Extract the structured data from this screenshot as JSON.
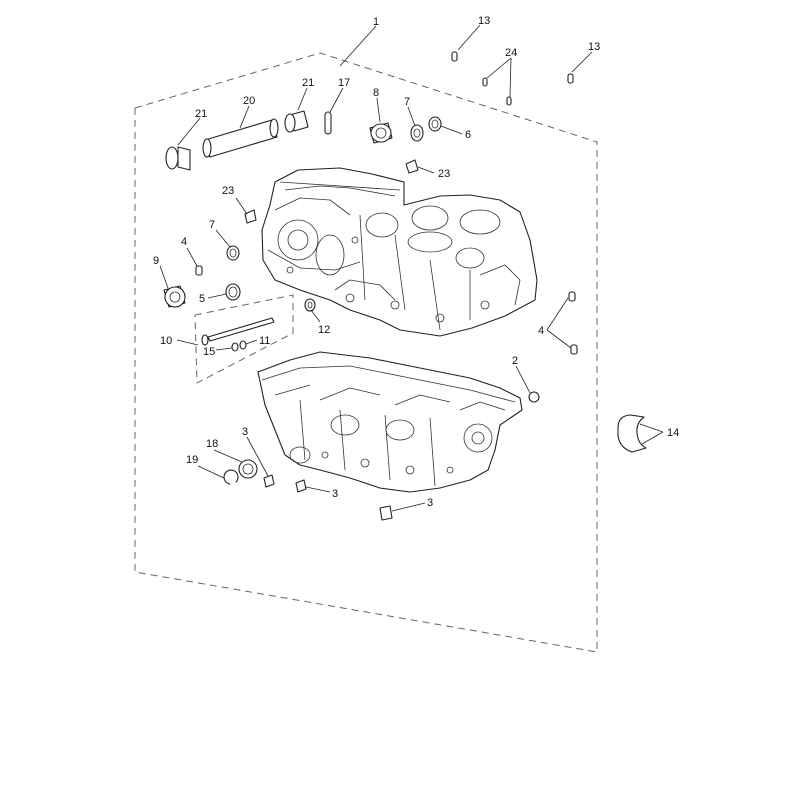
{
  "callouts": [
    {
      "id": "c1",
      "text": "1"
    },
    {
      "id": "c13a",
      "text": "13"
    },
    {
      "id": "c13b",
      "text": "13"
    },
    {
      "id": "c24",
      "text": "24"
    },
    {
      "id": "c21a",
      "text": "21"
    },
    {
      "id": "c21b",
      "text": "21"
    },
    {
      "id": "c20",
      "text": "20"
    },
    {
      "id": "c17",
      "text": "17"
    },
    {
      "id": "c8",
      "text": "8"
    },
    {
      "id": "c7a",
      "text": "7"
    },
    {
      "id": "c6",
      "text": "6"
    },
    {
      "id": "c23a",
      "text": "23"
    },
    {
      "id": "c23b",
      "text": "23"
    },
    {
      "id": "c7b",
      "text": "7"
    },
    {
      "id": "c4a",
      "text": "4"
    },
    {
      "id": "c9",
      "text": "9"
    },
    {
      "id": "c5",
      "text": "5"
    },
    {
      "id": "c12",
      "text": "12"
    },
    {
      "id": "c10",
      "text": "10"
    },
    {
      "id": "c15",
      "text": "15"
    },
    {
      "id": "c11",
      "text": "11"
    },
    {
      "id": "c4b",
      "text": "4"
    },
    {
      "id": "c2",
      "text": "2"
    },
    {
      "id": "c3a",
      "text": "3"
    },
    {
      "id": "c18",
      "text": "18"
    },
    {
      "id": "c19",
      "text": "19"
    },
    {
      "id": "c3b",
      "text": "3"
    },
    {
      "id": "c3c",
      "text": "3"
    },
    {
      "id": "c14",
      "text": "14"
    }
  ]
}
